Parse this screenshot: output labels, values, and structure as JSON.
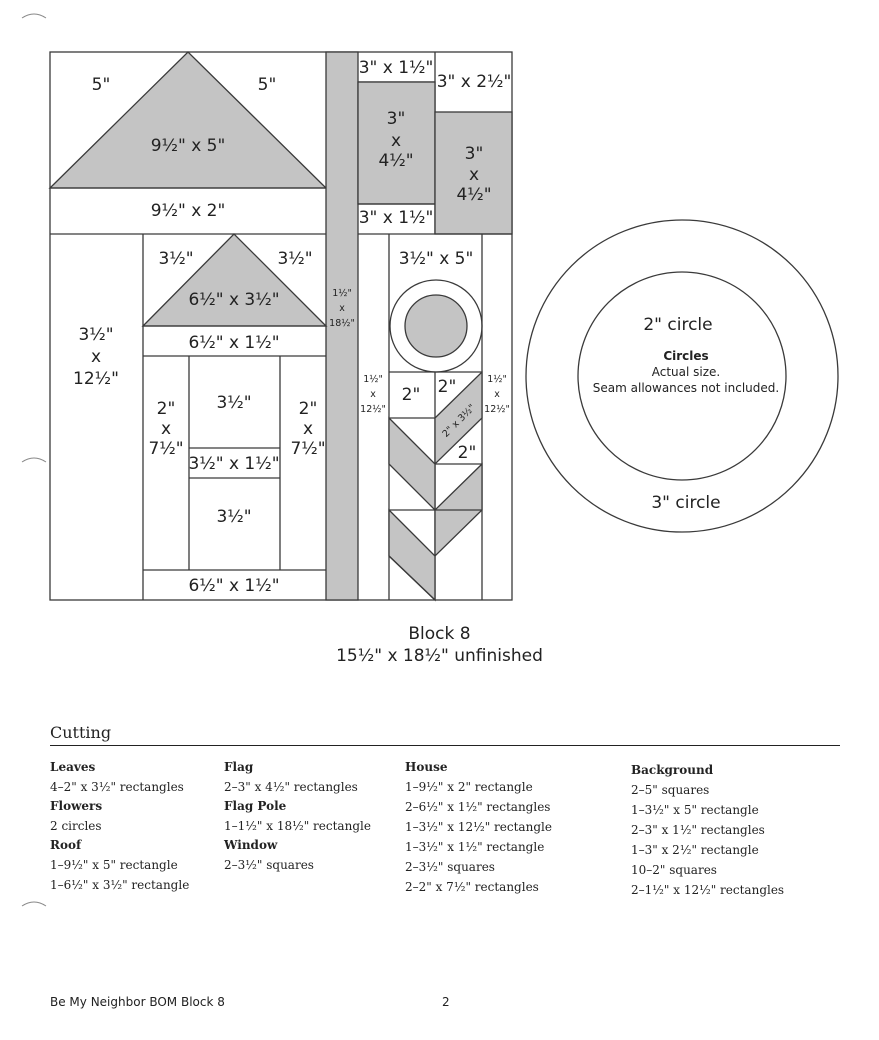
{
  "colors": {
    "fabric_gray": "#c4c4c4",
    "background_fabric": "#ffffff",
    "line": "#3a3a3a"
  },
  "diagram": {
    "roof_left_edge": "5\"",
    "roof_right_edge": "5\"",
    "roof_triangle": "9½\" x 5\"",
    "roof_strip": "9½\" x 2\"",
    "house_side": [
      "3½\"",
      "x",
      "12½\""
    ],
    "small_roof_left": "3½\"",
    "small_roof_right": "3½\"",
    "small_roof_triangle": "6½\" x 3½\"",
    "house_strip_top": "6½\" x 1½\"",
    "left_column": [
      "2\"",
      "x",
      "7½\""
    ],
    "right_column": [
      "2\"",
      "x",
      "7½\""
    ],
    "window_top": "3½\"",
    "window_middle": "3½\" x 1½\"",
    "window_bottom": "3½\"",
    "house_strip_bottom": "6½\" x 1½\"",
    "flag_pole": [
      "1½\"",
      "x",
      "18½\""
    ],
    "flag_bg_top": "3\" x 1½\"",
    "flag_bg_top_right": "3\" x 2½\"",
    "flag_left": [
      "3\"",
      "x",
      "4½\""
    ],
    "flag_right": [
      "3\"",
      "x",
      "4½\""
    ],
    "flag_bg_bottom": "3\" x 1½\"",
    "flower_bg_top": "3½\" x 5\"",
    "flower_left_strip": [
      "1½\"",
      "x",
      "12½\""
    ],
    "flower_right_strip": [
      "1½\"",
      "x",
      "12½\""
    ],
    "square_left": "2\"",
    "square_right_top": "2\"",
    "leaf_diagonal": "2\" x 3½\"",
    "square_right_bottom": "2\"",
    "circle_3": "3\" circle",
    "circle_2": "2\" circle",
    "circles_note_title": "Circles",
    "circles_note_line1": "Actual size.",
    "circles_note_line2": "Seam allowances not included."
  },
  "caption": {
    "title": "Block 8",
    "subtitle": "15½\" x 18½\" unfinished"
  },
  "cutting": {
    "heading": "Cutting",
    "columns": [
      {
        "groups": [
          {
            "title": "Leaves",
            "items": [
              "4–2\" x 3½\" rectangles"
            ]
          },
          {
            "title": "Flowers",
            "items": [
              "2 circles"
            ]
          },
          {
            "title": "Roof",
            "items": [
              "1–9½\" x 5\" rectangle",
              "1–6½\" x 3½\" rectangle"
            ]
          }
        ]
      },
      {
        "groups": [
          {
            "title": "Flag",
            "items": [
              "2–3\" x 4½\" rectangles"
            ]
          },
          {
            "title": "Flag Pole",
            "items": [
              "1–1½\" x 18½\" rectangle"
            ]
          },
          {
            "title": "Window",
            "items": [
              "2–3½\" squares"
            ]
          }
        ]
      },
      {
        "groups": [
          {
            "title": "House",
            "items": [
              "1–9½\" x 2\" rectangle",
              "2–6½\" x 1½\" rectangles",
              "1–3½\" x 12½\" rectangle",
              "1–3½\" x 1½\" rectangle",
              "2–3½\" squares",
              "2–2\" x 7½\" rectangles"
            ]
          }
        ]
      },
      {
        "groups": [
          {
            "title": "Background",
            "items": [
              "2–5\" squares",
              "1–3½\" x 5\" rectangle",
              "2–3\" x 1½\" rectangles",
              "1–3\" x 2½\" rectangle",
              "10–2\" squares",
              "2–1½\" x 12½\" rectangles"
            ]
          }
        ]
      }
    ]
  },
  "footer": {
    "title": "Be My Neighbor BOM Block 8",
    "page": "2"
  }
}
